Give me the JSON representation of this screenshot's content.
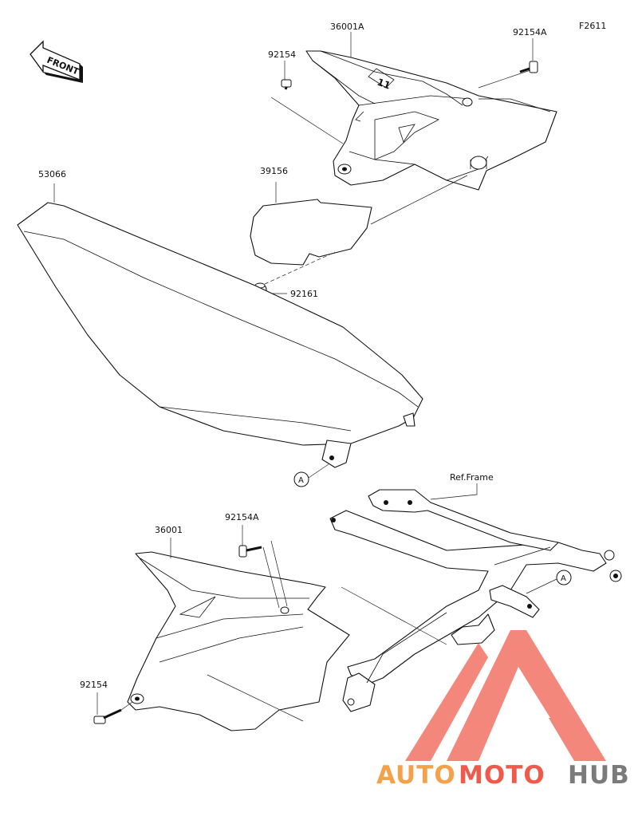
{
  "figure_code": "F2611",
  "front_label": "FRONT",
  "parts": {
    "side_cover_right": "36001A",
    "bolt_right_upper": "92154A",
    "bolt_right_rear": "92154",
    "seat": "53066",
    "pad": "39156",
    "grommet": "92161",
    "side_cover_left": "36001",
    "bolt_left_upper": "92154A",
    "bolt_left_lower": "92154",
    "frame_ref": "Ref.Frame"
  },
  "markers": {
    "seat_mount": "A",
    "frame_mount": "A"
  },
  "watermark": {
    "part1": "AUTO",
    "part2": "MOTO",
    "part3": "HUB",
    "color_orange": "#f3a24a",
    "color_red": "#f05a4a",
    "color_gray": "#7b7b7b",
    "logo_color": "#f26a5c"
  }
}
